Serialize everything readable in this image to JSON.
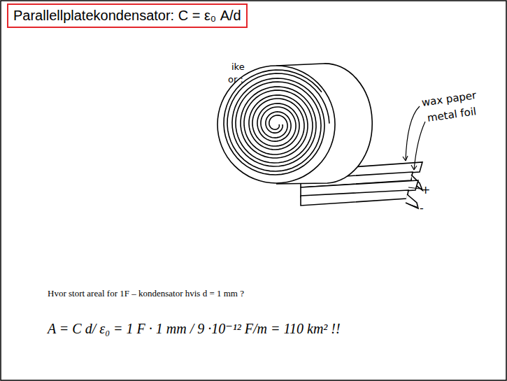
{
  "diagram": {
    "nodes": [
      {
        "text": [
          "Parallellplatekondensator: C = ε₀ A/d"
        ]
      }
    ],
    "labels": [
      "ike",
      "or :",
      "wax paper",
      "metal foil",
      "+",
      "-",
      "Hvor stort areal for 1F – kondensator hvis d = 1 mm ?",
      "A = C  d/ ε₀  = 1 F · 1 mm / 9 ·10⁻¹² F/m   = 110 km²   !!"
    ]
  }
}
